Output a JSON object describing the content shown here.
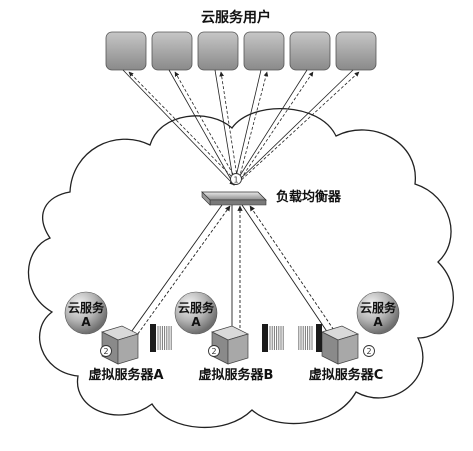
{
  "users_label": "云服务用户",
  "user_count": 6,
  "load_balancer_label": "负载均衡器",
  "step_1": "1",
  "step_2": "2",
  "service_name": "云服务",
  "service_letter": "A",
  "servers": [
    {
      "label": "虚拟服务器A"
    },
    {
      "label": "虚拟服务器B"
    },
    {
      "label": "虚拟服务器C"
    }
  ],
  "colors": {
    "user_box": "#9e9e9e",
    "cloud_outline": "#222222",
    "sphere": "#b0b0b0",
    "arrow": "#222222"
  }
}
